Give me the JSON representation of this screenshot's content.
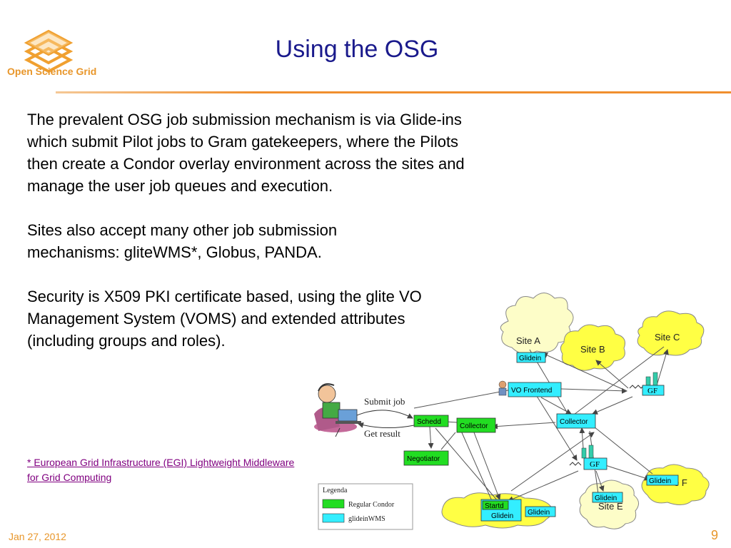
{
  "logo": {
    "text": "Open Science Grid",
    "icon": "osg-stacked-diamonds-logo"
  },
  "title": "Using the OSG",
  "paragraphs": [
    "The prevalent OSG  job submission mechanism is via Glide-ins which submit Pilot jobs to Gram gatekeepers, where the Pilots then create a Condor overlay environment across the sites and manage the user job queues and execution.",
    "Sites also accept many other job submission mechanisms: gliteWMS*, Globus, PANDA.",
    "Security is X509 PKI certificate based, using the glite VO Management System (VOMS) and extended attributes (including groups and roles)."
  ],
  "footnote": "* European Grid Infrastructure (EGI)  Lightweight Middleware for Grid Computing",
  "footer": {
    "date": "Jan 27, 2012",
    "page": "9"
  },
  "diagram": {
    "sites": {
      "a": "Site A",
      "b": "Site B",
      "c": "Site C",
      "e": "Site E",
      "f": "e F"
    },
    "boxes": {
      "glidein_a": "Glidein",
      "vo_frontend": "VO Frontend",
      "gf_top": "GF",
      "schedd": "Schedd",
      "collector_green": "Collector",
      "collector_cyan": "Collector",
      "negotiator": "Negotiator",
      "gf_mid": "GF",
      "glidein_f": "Glidein",
      "glidein_e": "Glidein",
      "startd": "Startd",
      "glidein_d_label": "Glidein",
      "glidein_d": "Glidein"
    },
    "arrows": {
      "submit": "Submit job",
      "result": "Get result"
    },
    "legend": {
      "title": "Legenda",
      "regular": "Regular Condor",
      "wms": "glideinWMS"
    },
    "colors": {
      "green": "#22dd22",
      "cyan": "#33eeff",
      "cloud_yellow": "#ffff44",
      "cloud_light": "#fdfdc8"
    }
  }
}
